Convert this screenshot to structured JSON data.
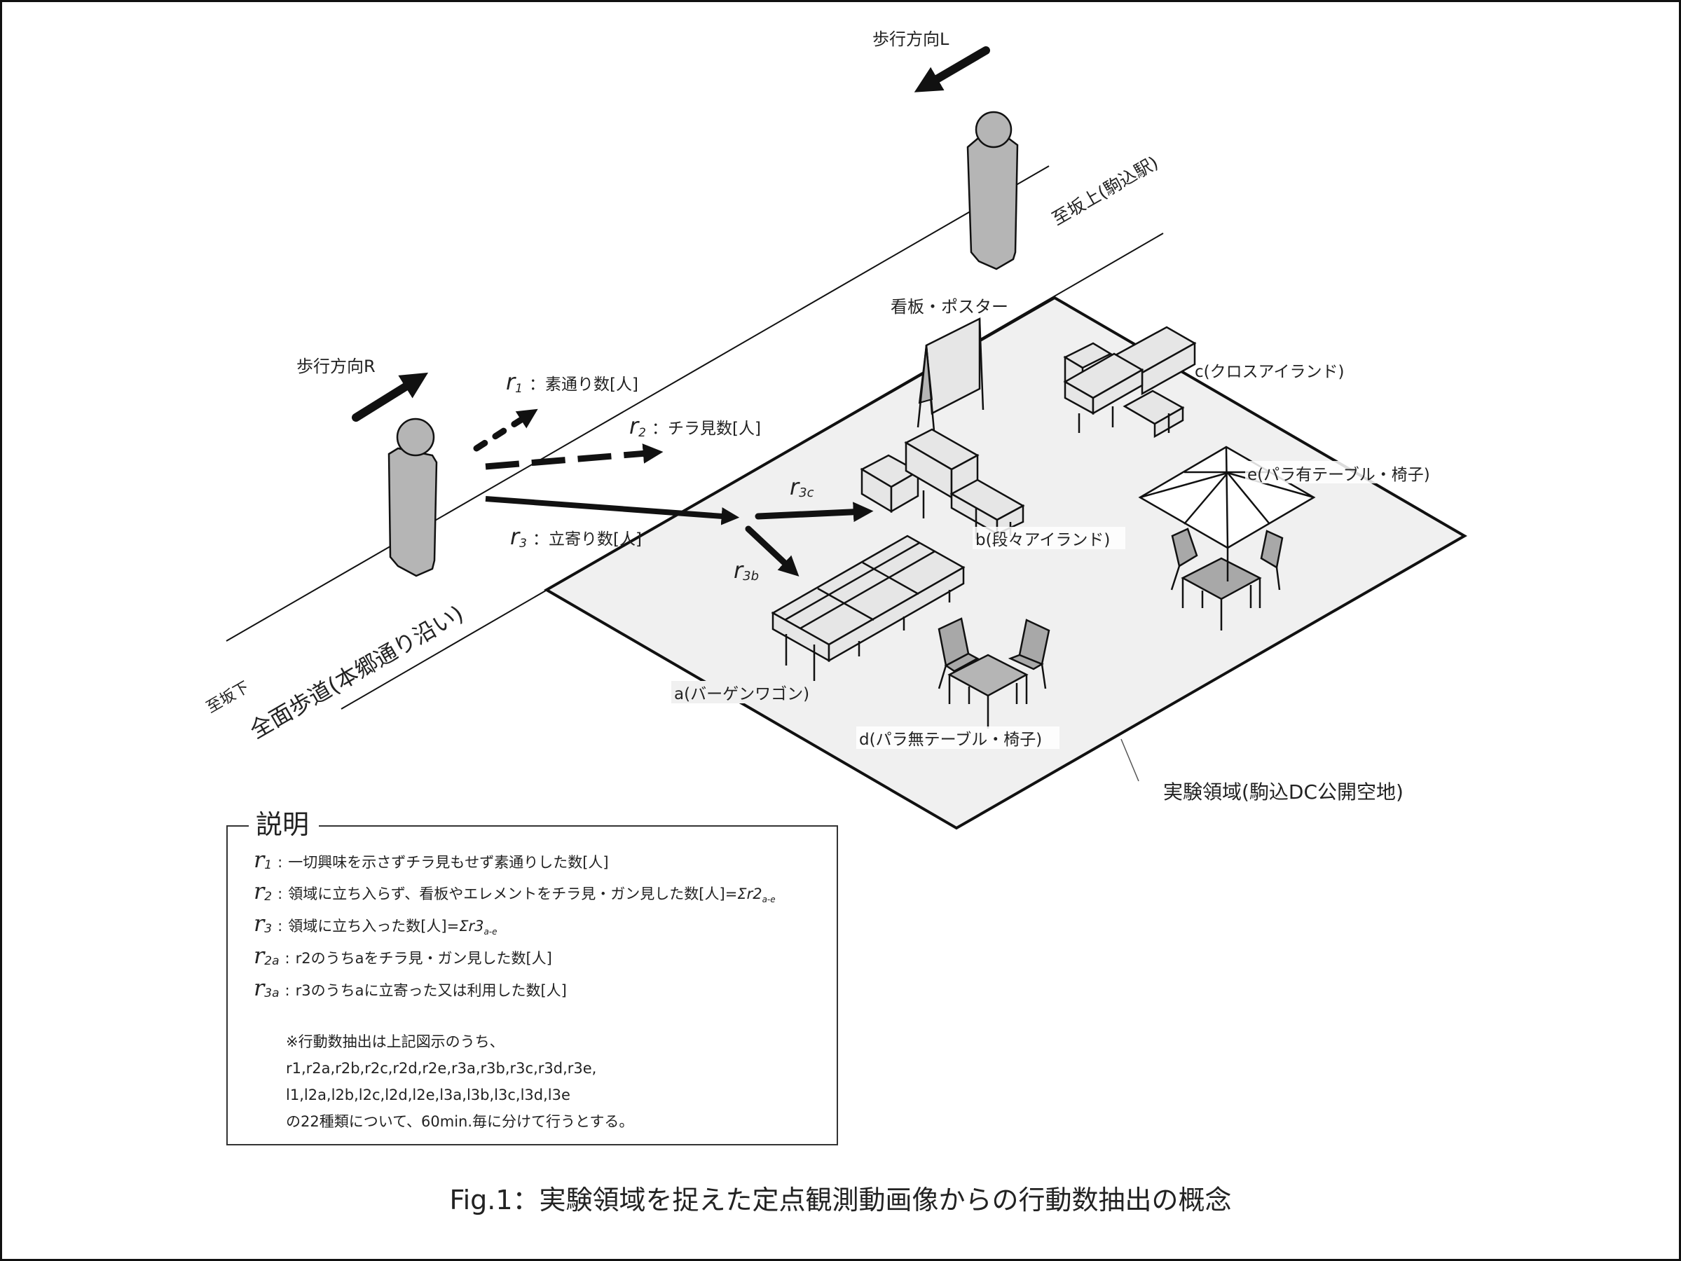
{
  "figure": {
    "caption": "Fig.1：実験領域を捉えた定点観測動画像からの行動数抽出の概念"
  },
  "scene": {
    "walk_direction_r": "歩行方向R",
    "walk_direction_l": "歩行方向L",
    "toward_uphill": "至坂上(駒込駅)",
    "toward_downhill": "至坂下",
    "sidewalk": "全面歩道(本郷通り沿い)",
    "signboard": "看板・ポスター",
    "experiment_area": "実験領域(駒込DC公開空地)",
    "flows": {
      "r1": {
        "symbol": "r",
        "sub": "1",
        "text": "：素通り数[人]"
      },
      "r2": {
        "symbol": "r",
        "sub": "2",
        "text": "：チラ見数[人]"
      },
      "r3": {
        "symbol": "r",
        "sub": "3",
        "text": "：立寄り数[人]"
      },
      "r3b": {
        "symbol": "r",
        "sub": "3b"
      },
      "r3c": {
        "symbol": "r",
        "sub": "3c"
      }
    },
    "elements": {
      "a": "a(バーゲンワゴン)",
      "b": "b(段々アイランド)",
      "c": "c(クロスアイランド)",
      "d": "d(パラ無テーブル・椅子)",
      "e": "e(パラ有テーブル・椅子)"
    },
    "colors": {
      "area_fill": "#f0f0f0",
      "person_fill": "#b5b5b5",
      "furniture_fill": "#e6e6e6",
      "chair_fill": "#a8a8a8",
      "line": "#111111"
    }
  },
  "legend": {
    "title": "説明",
    "items": [
      {
        "symbol": "r",
        "sub": "1",
        "text": "一切興味を示さずチラ見もせず素通りした数[人]",
        "sum": ""
      },
      {
        "symbol": "r",
        "sub": "2",
        "text": "領域に立ち入らず、看板やエレメントをチラ見・ガン見した数[人]=",
        "sum": "Σr2",
        "sum_sub": "a-e"
      },
      {
        "symbol": "r",
        "sub": "3",
        "text": "領域に立ち入った数[人]=",
        "sum": "Σr3",
        "sum_sub": "a-e"
      },
      {
        "symbol": "r",
        "sub": "2a",
        "text": "r2のうちaをチラ見・ガン見した数[人]",
        "sum": ""
      },
      {
        "symbol": "r",
        "sub": "3a",
        "text": "r3のうちaに立寄った又は利用した数[人]",
        "sum": ""
      }
    ],
    "note": [
      "※行動数抽出は上記図示のうち、",
      "r1,r2a,r2b,r2c,r2d,r2e,r3a,r3b,r3c,r3d,r3e,",
      "l1,l2a,l2b,l2c,l2d,l2e,l3a,l3b,l3c,l3d,l3e",
      "の22種類について、60min.毎に分けて行うとする。"
    ]
  }
}
